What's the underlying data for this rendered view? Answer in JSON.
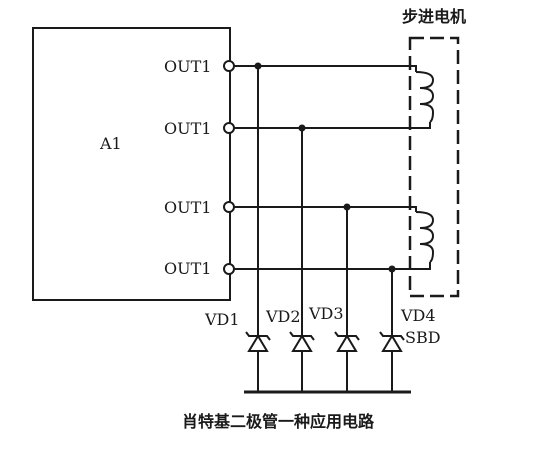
{
  "diagram": {
    "block_label": "A1",
    "outputs": [
      {
        "label": "OUT1"
      },
      {
        "label": "OUT1"
      },
      {
        "label": "OUT1"
      },
      {
        "label": "OUT1"
      }
    ],
    "motor_label": "步进电机",
    "diodes": [
      {
        "label": "VD1"
      },
      {
        "label": "VD2"
      },
      {
        "label": "VD3"
      },
      {
        "label": "VD4"
      }
    ],
    "diode_type_label": "SBD",
    "caption": "肖特基二极管一种应用电路"
  }
}
